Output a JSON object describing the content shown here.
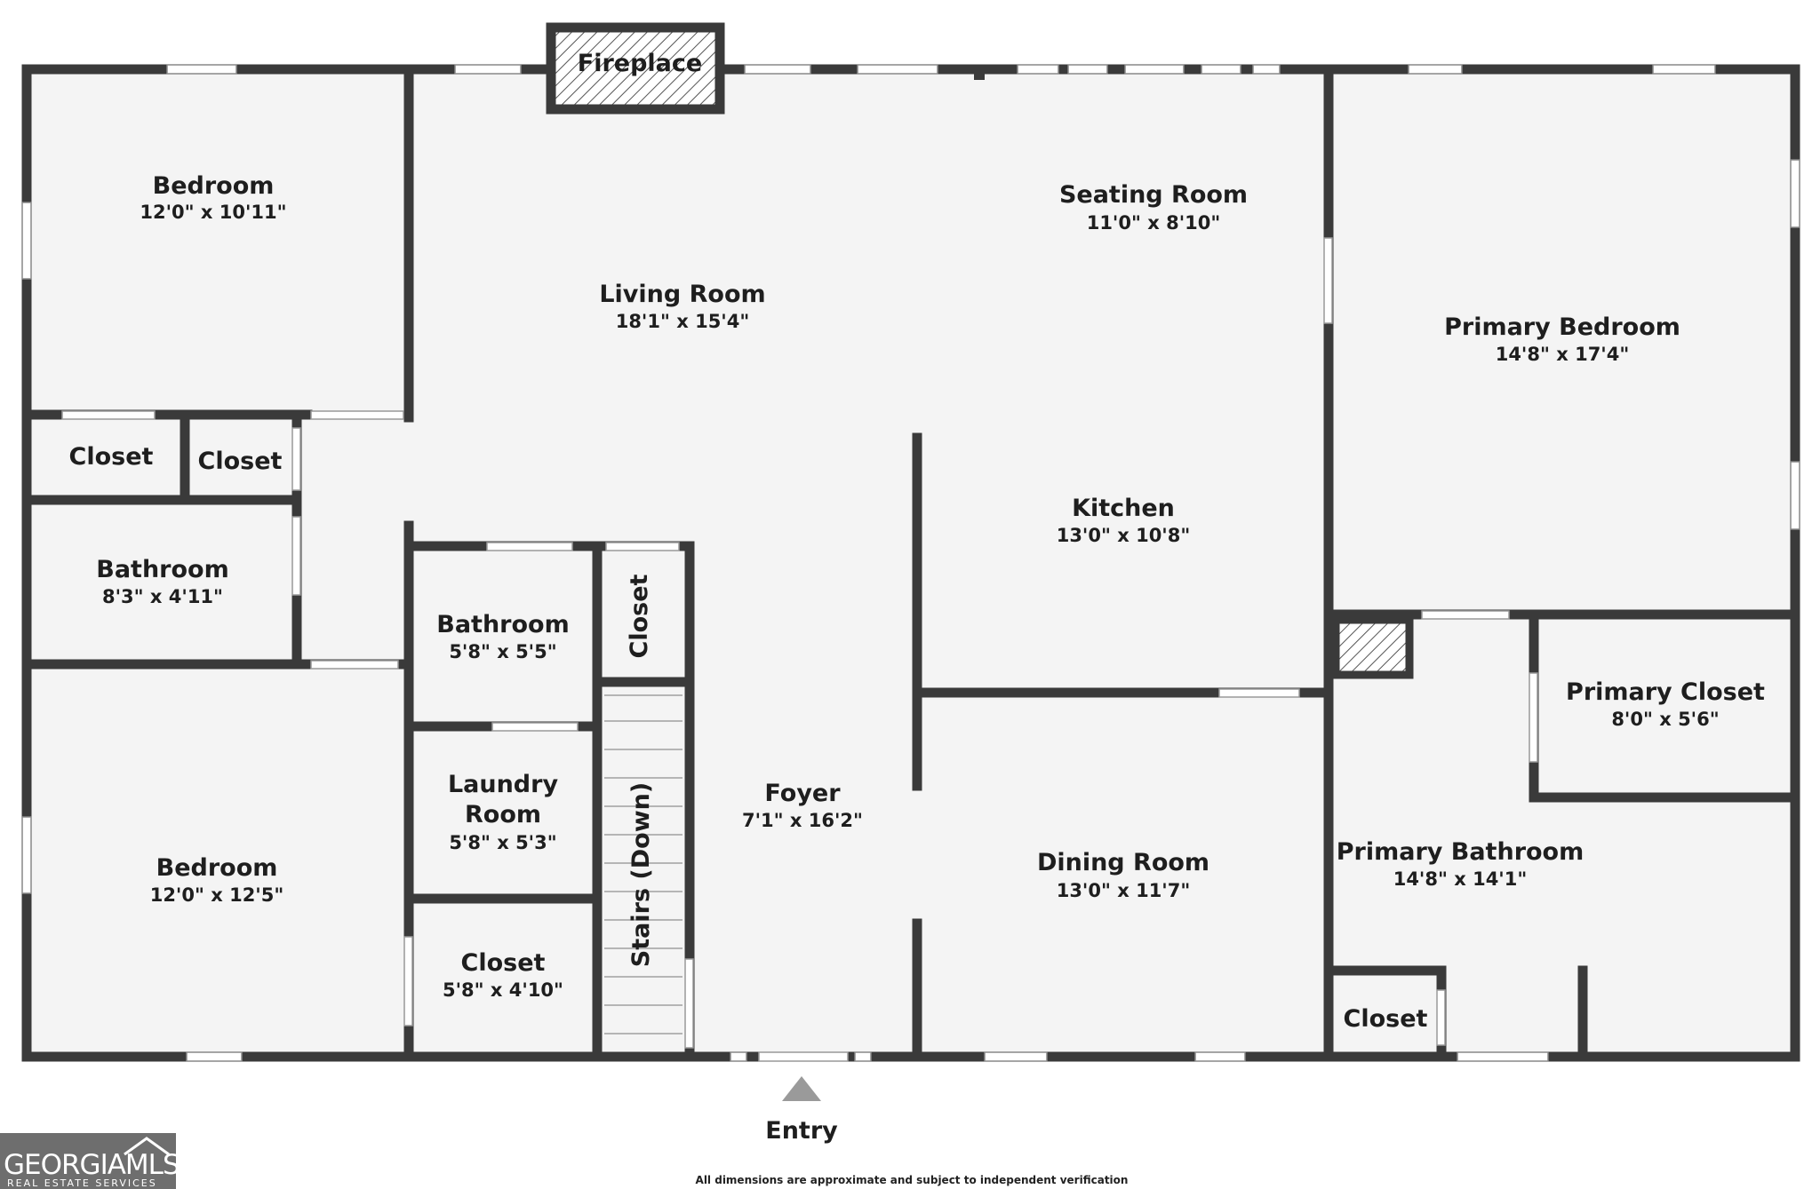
{
  "rooms": {
    "bedroom_1": {
      "name": "Bedroom",
      "dim": "12'0\" x 10'11\""
    },
    "living_room": {
      "name": "Living Room",
      "dim": "18'1\" x 15'4\""
    },
    "seating_room": {
      "name": "Seating Room",
      "dim": "11'0\" x 8'10\""
    },
    "primary_bedroom": {
      "name": "Primary Bedroom",
      "dim": "14'8\" x 17'4\""
    },
    "closet_1": {
      "name": "Closet"
    },
    "closet_2": {
      "name": "Closet"
    },
    "bathroom_1": {
      "name": "Bathroom",
      "dim": "8'3\" x 4'11\""
    },
    "kitchen": {
      "name": "Kitchen",
      "dim": "13'0\" x 10'8\""
    },
    "bathroom_2": {
      "name": "Bathroom",
      "dim": "5'8\" x 5'5\""
    },
    "closet_3": {
      "name": "Closet"
    },
    "primary_closet": {
      "name": "Primary Closet",
      "dim": "8'0\" x 5'6\""
    },
    "laundry_room": {
      "name_line1": "Laundry",
      "name_line2": "Room",
      "dim": "5'8\" x 5'3\""
    },
    "foyer": {
      "name": "Foyer",
      "dim": "7'1\" x 16'2\""
    },
    "dining_room": {
      "name": "Dining Room",
      "dim": "13'0\" x 11'7\""
    },
    "primary_bathroom": {
      "name": "Primary Bathroom",
      "dim": "14'8\" x 14'1\""
    },
    "bedroom_2": {
      "name": "Bedroom",
      "dim": "12'0\" x 12'5\""
    },
    "closet_4": {
      "name": "Closet",
      "dim": "5'8\" x 4'10\""
    },
    "closet_5": {
      "name": "Closet"
    },
    "stairs": {
      "name": "Stairs (Down)"
    }
  },
  "fireplace": {
    "label": "Fireplace"
  },
  "entry": {
    "label": "Entry"
  },
  "disclaimer": "All dimensions are approximate and subject to independent verification",
  "logo": {
    "main": "GEORGIAMLS",
    "sub": "REAL ESTATE SERVICES"
  },
  "colors": {
    "wall": "#3a3a3a",
    "floor": "#f4f4f4",
    "logo_bg": "#6e6e6e"
  }
}
